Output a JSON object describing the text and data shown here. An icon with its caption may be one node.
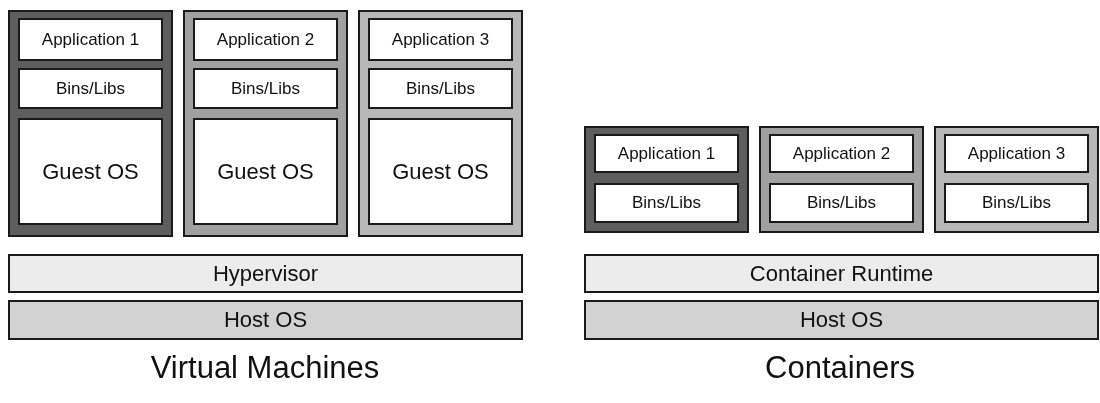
{
  "diagram": {
    "nodes": [
      {
        "text": [],
        "shape": "box"
      },
      {
        "text": [
          "Application 1"
        ],
        "in": 0
      },
      {
        "text": [
          "Bins/Libs"
        ],
        "in": 0
      },
      {
        "text": [
          "Guest OS"
        ],
        "in": 0
      },
      {
        "text": [],
        "shape": "box"
      },
      {
        "text": [
          "Application 2"
        ],
        "in": 4
      },
      {
        "text": [
          "Bins/Libs"
        ],
        "in": 4
      },
      {
        "text": [
          "Guest OS"
        ],
        "in": 4
      },
      {
        "text": [],
        "shape": "box"
      },
      {
        "text": [
          "Application 3"
        ],
        "in": 8
      },
      {
        "text": [
          "Bins/Libs"
        ],
        "in": 8
      },
      {
        "text": [
          "Guest OS"
        ],
        "in": 8
      },
      {
        "text": [
          "Hypervisor"
        ]
      },
      {
        "text": [
          "Host OS"
        ]
      },
      {
        "text": [],
        "shape": "box"
      },
      {
        "text": [
          "Application 1"
        ],
        "in": 14
      },
      {
        "text": [
          "Bins/Libs"
        ],
        "in": 14
      },
      {
        "text": [],
        "shape": "box"
      },
      {
        "text": [
          "Application 2"
        ],
        "in": 17
      },
      {
        "text": [
          "Bins/Libs"
        ],
        "in": 17
      },
      {
        "text": [],
        "shape": "box"
      },
      {
        "text": [
          "Application 3"
        ],
        "in": 20
      },
      {
        "text": [
          "Bins/Libs"
        ],
        "in": 20
      },
      {
        "text": [
          "Container Runtime"
        ]
      },
      {
        "text": [
          "Host OS"
        ]
      }
    ],
    "labels": [
      "Virtual Machines",
      "Containers"
    ]
  }
}
